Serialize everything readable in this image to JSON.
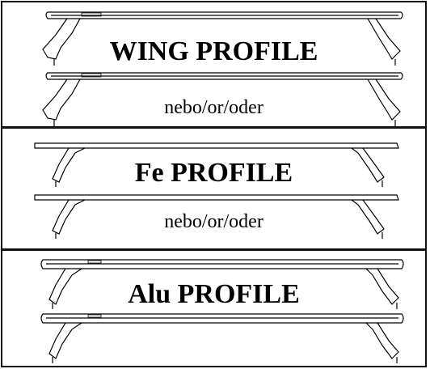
{
  "panels": [
    {
      "title": "WING PROFILE",
      "subtitle": "nebo/or/oder"
    },
    {
      "title": "Fe PROFILE",
      "subtitle": "nebo/or/oder"
    },
    {
      "title": "Alu PROFILE"
    }
  ]
}
